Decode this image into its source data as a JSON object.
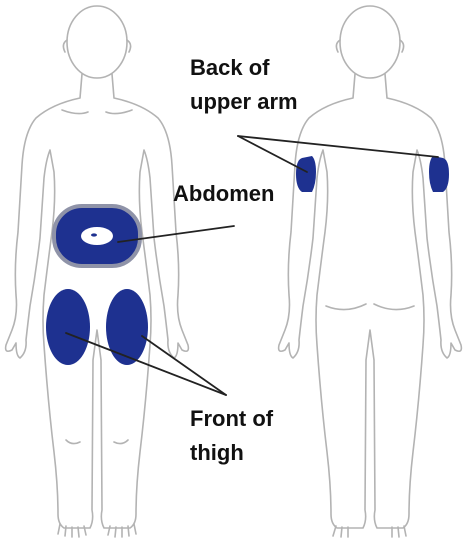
{
  "labels": {
    "back_of_upper_arm": {
      "line1": "Back of",
      "line2": "upper arm"
    },
    "abdomen": "Abdomen",
    "front_of_thigh": {
      "line1": "Front of",
      "line2": "thigh"
    }
  },
  "colors": {
    "injection_site": "#1e3190",
    "abdomen_border": "#8f93a8",
    "body_outline": "#b3b3b3",
    "pointer_line": "#222222"
  }
}
